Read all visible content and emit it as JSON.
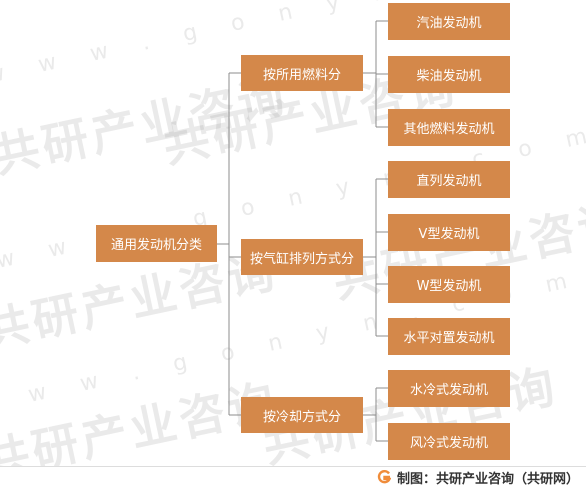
{
  "diagram": {
    "root": {
      "label": "通用发动机分类"
    },
    "categories": [
      {
        "label": "按所用燃料分",
        "children": [
          "汽油发动机",
          "柴油发动机",
          "其他燃料发动机"
        ]
      },
      {
        "label": "按气缸排列方式分",
        "children": [
          "直列发动机",
          "V型发动机",
          "W型发动机",
          "水平对置发动机"
        ]
      },
      {
        "label": "按冷却方式分",
        "children": [
          "水冷式发动机",
          "风冷式发动机"
        ]
      }
    ]
  },
  "footer": {
    "source": "制图：共研产业咨询（共研网）"
  },
  "watermark": {
    "brand": "共研产业咨询",
    "url": "w w w . g o n y n . c o m"
  },
  "colors": {
    "node_fill": "#d4884a",
    "connector": "#8c8c8c",
    "logo_orange": "#f08c3a"
  }
}
